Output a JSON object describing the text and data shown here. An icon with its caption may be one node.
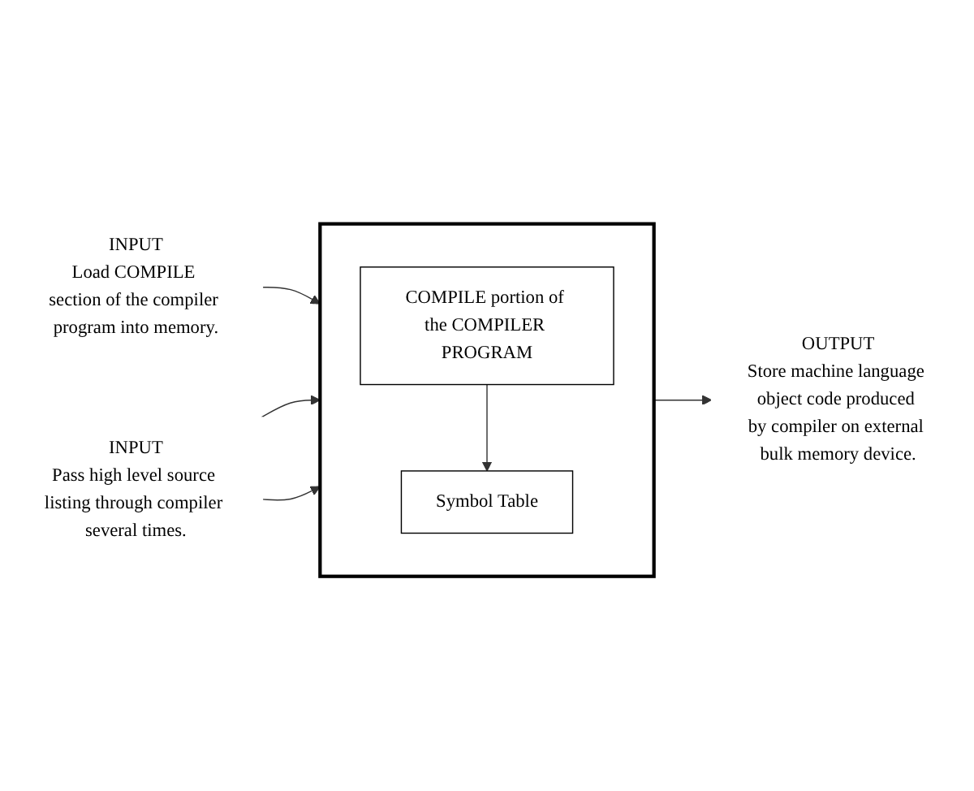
{
  "diagram": {
    "nodes": [
      {
        "text": [],
        "shape": "box"
      },
      {
        "text": [
          "COMPILE portion of the COMPILER PROGRAM"
        ],
        "in": 0
      },
      {
        "text": [
          "Symbol Table"
        ],
        "in": 0
      },
      {
        "text": [
          "INPUT",
          "Load COMPILE section of the compiler program into memory."
        ]
      },
      {
        "text": [
          "INPUT",
          "Pass high level source listing through compiler several times."
        ]
      },
      {
        "text": [
          "OUTPUT",
          "Store machine language object code produced by compiler on external bulk memory device."
        ]
      }
    ],
    "edges": [
      {
        "from": 3,
        "to": 0,
        "arrow": "to"
      },
      {
        "from": 4,
        "to": 0,
        "arrow": "to"
      },
      {
        "from": 4,
        "to": 0,
        "arrow": "to"
      },
      {
        "from": 1,
        "to": 2,
        "arrow": "to"
      },
      {
        "from": 0,
        "to": 5,
        "arrow": "to"
      }
    ]
  }
}
